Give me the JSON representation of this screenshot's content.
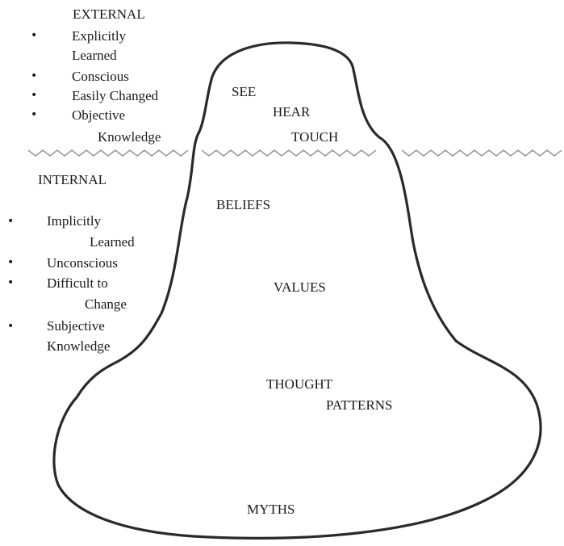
{
  "external": {
    "heading": "EXTERNAL",
    "items": [
      {
        "line1": "Explicitly",
        "line2": "Learned"
      },
      {
        "line1": "Conscious"
      },
      {
        "line1": "Easily Changed"
      },
      {
        "line1": "Objective",
        "line2": "Knowledge"
      }
    ]
  },
  "internal": {
    "heading": "INTERNAL",
    "items": [
      {
        "line1": "Implicitly",
        "line2": "Learned"
      },
      {
        "line1": "Unconscious"
      },
      {
        "line1": "Difficult to",
        "line2": "Change"
      },
      {
        "line1": "Subjective",
        "line2": "Knowledge"
      }
    ]
  },
  "iceberg": {
    "above": [
      "SEE",
      "HEAR",
      "TOUCH"
    ],
    "below": {
      "beliefs": "BELIEFS",
      "values": "VALUES",
      "thought_line1": "THOUGHT",
      "thought_line2": "PATTERNS",
      "myths": "MYTHS"
    }
  },
  "colors": {
    "ink": "#1a1a1a",
    "waterline": "#9a9a9a",
    "background": "#ffffff"
  },
  "bullet_glyph": "•"
}
